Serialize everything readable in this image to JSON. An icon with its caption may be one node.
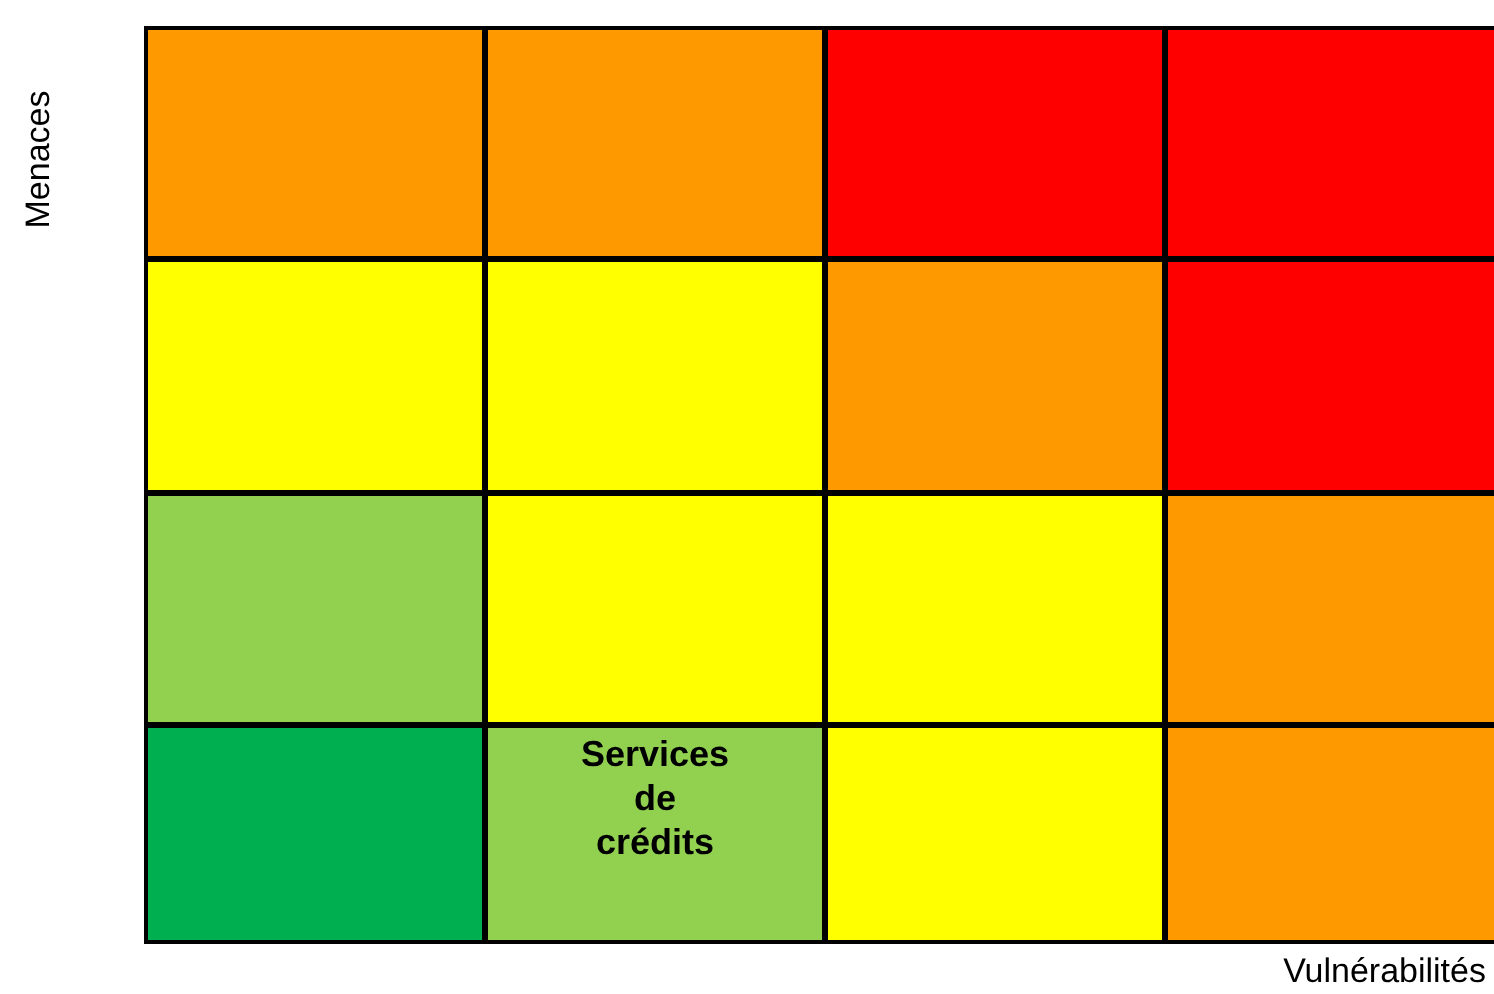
{
  "diagram": {
    "nodes": [
      {
        "text": [],
        "shape": "box"
      },
      {
        "text": [],
        "shape": "box"
      },
      {
        "text": [],
        "shape": "box"
      },
      {
        "text": [],
        "shape": "box"
      },
      {
        "text": [],
        "shape": "box"
      },
      {
        "text": [],
        "shape": "box"
      },
      {
        "text": [],
        "shape": "box"
      },
      {
        "text": [],
        "shape": "box"
      },
      {
        "text": [],
        "shape": "box"
      },
      {
        "text": [],
        "shape": "box"
      },
      {
        "text": [],
        "shape": "box"
      },
      {
        "text": [],
        "shape": "box"
      },
      {
        "text": [],
        "shape": "box"
      },
      {
        "text": [
          "Services de crédits"
        ]
      },
      {
        "text": [],
        "shape": "box"
      },
      {
        "text": [],
        "shape": "box"
      }
    ],
    "labels": [
      "Menaces",
      "Vulnérabilités"
    ]
  }
}
